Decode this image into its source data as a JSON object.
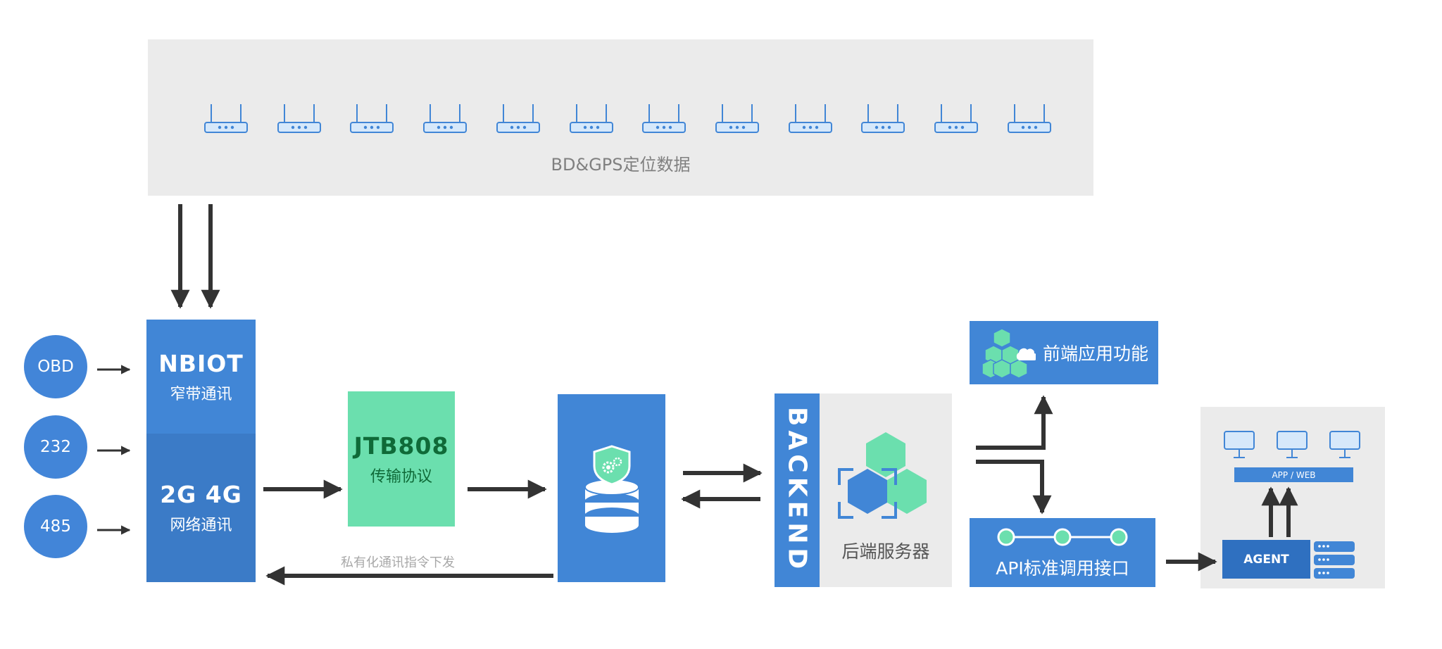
{
  "gps_panel": {
    "label": "BD&GPS定位数据",
    "router_count": 12
  },
  "sensors": [
    {
      "label": "OBD"
    },
    {
      "label": "232"
    },
    {
      "label": "485"
    }
  ],
  "nbiot": {
    "title": "NBIOT",
    "subtitle": "窄带通讯"
  },
  "network": {
    "title": "2G 4G",
    "subtitle": "网络通讯"
  },
  "protocol": {
    "title": "JTB808",
    "subtitle": "传输协议"
  },
  "backend": {
    "vertical_label": "BACKEND",
    "label": "后端服务器"
  },
  "frontend": {
    "label": "前端应用功能"
  },
  "api": {
    "label": "API标准调用接口"
  },
  "agent_panel": {
    "app_web_label": "APP / WEB",
    "agent_label": "AGENT"
  },
  "private_channel_label": "私有化通讯指令下发",
  "colors": {
    "blue": "#4186d6",
    "dark_blue": "#3b7bc7",
    "green": "#6bdfae",
    "dark_green": "#0f6a38",
    "gray_panel": "#ebebeb",
    "arrow": "#333333"
  }
}
